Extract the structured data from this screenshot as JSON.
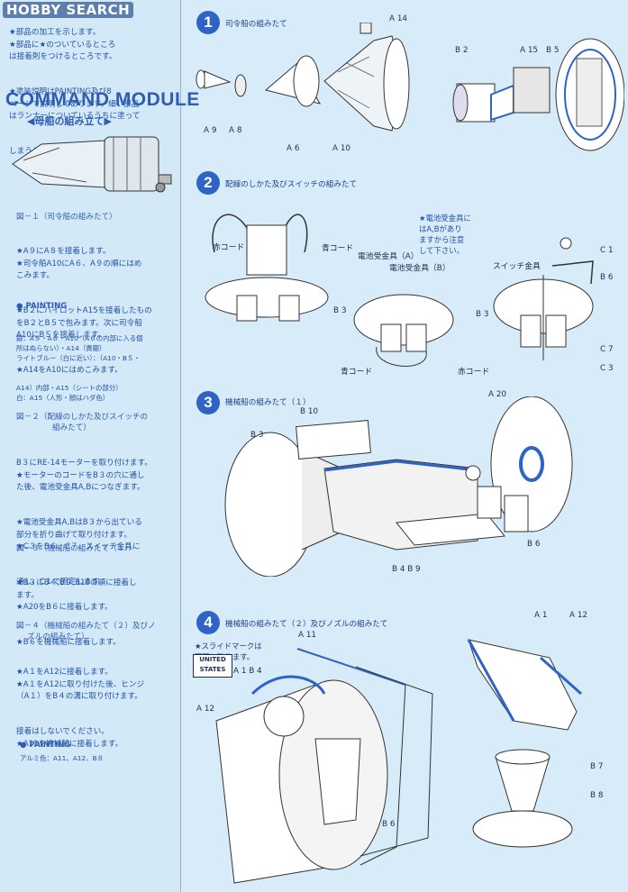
{
  "watermark": "HOBBY SEARCH",
  "intro_lines": [
    "★部品の加工を示します。",
    "★部品に★のついているところ",
    "は接着剤をつけるところです。",
    "★塗装説明はPAINTING及び8",
    "ページで説明してあります。細い部品",
    "はランナーについているうちに塗って",
    "しまうと便利です。"
  ],
  "module_title": "COMMAND MODULE",
  "module_subtitle": "◀母船の組み立て▶",
  "fig1": {
    "heading": "図－１（司令船の組みたて）",
    "lines": [
      "★A９にA８を接着します。",
      "★司令船A10にA６、A９の順にはめ",
      "こみます。",
      "★B２にパイロットA15を接着したもの",
      "をB２とB５で包みます。次に司令船",
      "A10にB５を接着します。",
      "★A14をA10にはめこみます。"
    ],
    "painting_label": "PAINTING",
    "painting_lines": [
      "銀：A９・A６・A10（A６の内部に入る個",
      "所はぬらない）・A14（貴銀）",
      "ライトブルー（白に近い）：（A10・B５・",
      "A14）内部・A15（シートの部分）",
      "白：A15（人形・顔はハダ色）"
    ]
  },
  "fig2": {
    "heading": "図－２（配線のしかた及びスイッチの",
    "heading2": "組みたて）",
    "lines": [
      "B３にRE-14モーターを取り付けます。",
      "★モーターのコードをB３の穴に通し",
      "た後、電池受金具A,Bにつなぎます。",
      "★電池受金具A,BはB３から出ている",
      "部分を折り曲げて取り付けます。",
      "★C３をB６、C７、スイッチ金具に",
      "通し、C１で固定します。"
    ]
  },
  "fig3": {
    "heading": "図－３（機械船の組みたて（１））",
    "lines": [
      "★B３にB４,B９,B10の順に接着し",
      "ます。",
      "★A20をB６に接着します。",
      "★B６を機械船に接着します。"
    ]
  },
  "fig4": {
    "heading": "図－４（機械船の組みたて（２）及びノ",
    "heading2": "ズルの組みたて）",
    "lines": [
      "★A１をA12に接着します。",
      "★A１をA12に取り付けた後、ヒンジ",
      "（A１）をB４の溝に取り付けます。",
      "接着はしないでください。",
      "★A11を機械船に接着します。"
    ]
  },
  "painting2": {
    "label": "PAINTING",
    "line": "アルミ色：A11、A12、B８"
  },
  "steps": [
    {
      "num": "1",
      "title": "司令船の組みたて"
    },
    {
      "num": "2",
      "title": "配線のしかた及びスイッチの組みたて"
    },
    {
      "num": "3",
      "title": "機械船の組みたて（１）"
    },
    {
      "num": "4",
      "title": "機械船の組みたて（２）及びノズルの組みたて"
    }
  ],
  "labels": {
    "a9": "A 9",
    "a8": "A 8",
    "a6": "A 6",
    "a10": "A 10",
    "a14": "A 14",
    "b2": "B 2",
    "a15": "A 15",
    "b5": "B 5",
    "red_cord": "赤コード",
    "blue_cord": "青コード",
    "battery_a": "電池受金具（A）",
    "battery_b": "電池受金具（B）",
    "b3": "B 3",
    "b3b": "B 3",
    "switch": "スイッチ金具",
    "c1": "C 1",
    "b6": "B 6",
    "c7": "C 7",
    "c3": "C 3",
    "blue_cord2": "青コード",
    "red_cord2": "赤コード",
    "b10": "B 10",
    "b3c": "B 3",
    "a20": "A 20",
    "b4b9": "B 4 B 9",
    "b6b": "B 6",
    "a11": "A 11",
    "a1b4": "A 1 B 4",
    "a12": "A 12",
    "b6c": "B 6",
    "a1": "A 1",
    "a12b": "A 12",
    "b7": "B 7",
    "b8": "B 8"
  },
  "battery_note": "★電池受金具に\nはA,Bがあり\nますから注意\nして下さい。",
  "slide_note": "★スライドマークは\n両面に貼ります。",
  "flag_text": "UNITED\nSTATES"
}
